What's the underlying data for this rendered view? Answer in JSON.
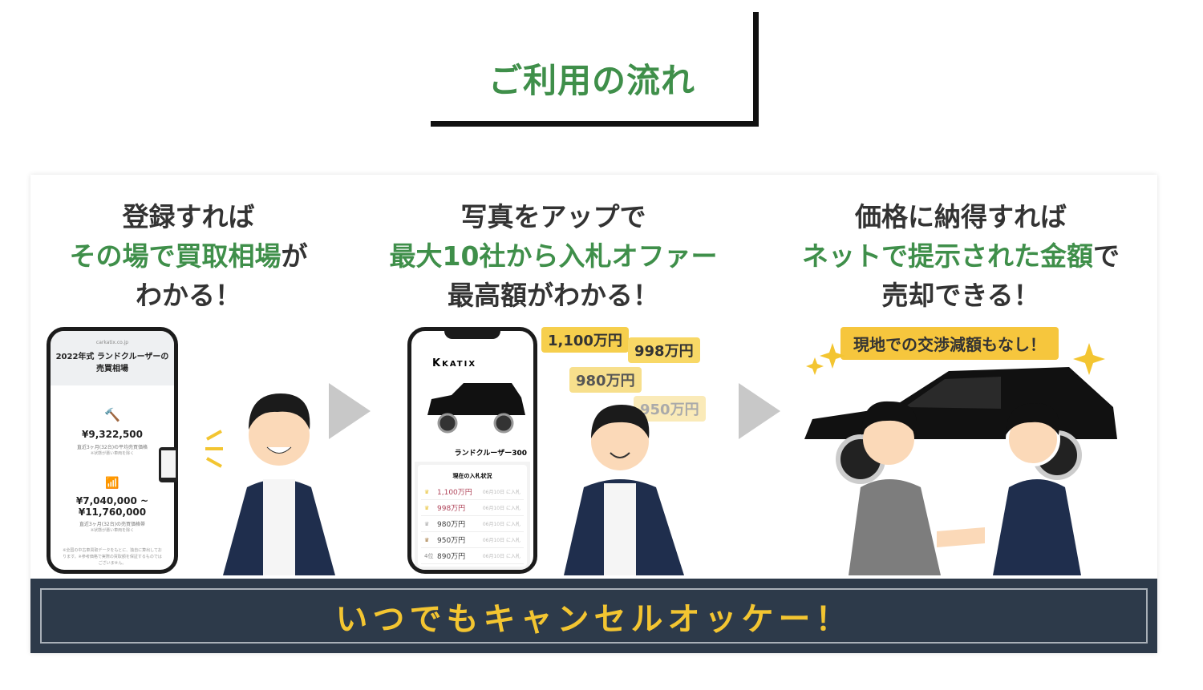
{
  "title": "ご利用の流れ",
  "steps": [
    {
      "line1": "登録すれば",
      "line2_green": "その場で買取相場",
      "line2_tail": "が",
      "line3": "わかる！"
    },
    {
      "line1": "写真をアップで",
      "line2_green": "最大10社から入札オファー",
      "line2_tail": "",
      "line3": "最高額がわかる！"
    },
    {
      "line1": "価格に納得すれば",
      "line2_green": "ネットで提示された金額",
      "line2_tail": "で",
      "line3": "売却できる！"
    }
  ],
  "phone1": {
    "url": "carkatix.co.jp",
    "heading": "2022年式 ランドクルーザーの売買相場",
    "avg_price": "¥9,322,500",
    "avg_label": "直近3ヶ月(32台)の平均売買価格",
    "avg_note": "※状態が悪い車両を除く",
    "range_low": "¥7,040,000 ~",
    "range_high": "¥11,760,000",
    "range_label": "直近3ヶ月(32台)の売買価格帯",
    "range_note": "※状態が悪い車両を除く",
    "footnote": "※全国の中古車買取データをもとに、独自に算出しております。※参考価格で実際の買取額を保証するものではございません。"
  },
  "phone2": {
    "brand": "KATIX",
    "car_name": "ランドクルーザー300",
    "bid_title": "現在の入札状況",
    "bids": [
      {
        "rank": "1",
        "price": "1,100万円",
        "date": "06月10日 に入札"
      },
      {
        "rank": "1",
        "price": "998万円",
        "date": "06月10日 に入札"
      },
      {
        "rank": "2",
        "price": "980万円",
        "date": "06月10日 に入札"
      },
      {
        "rank": "3",
        "price": "950万円",
        "date": "06月10日 に入札"
      },
      {
        "rank": "4位",
        "price": "890万円",
        "date": "06月10日 に入札"
      }
    ]
  },
  "offer_tags": [
    "1,100万円",
    "998万円",
    "980万円",
    "950万円"
  ],
  "step3_badge": "現地での交渉減額もなし！",
  "banner": "いつでもキャンセルオッケー！",
  "colors": {
    "green": "#3f8f4a",
    "navy": "#2d3a4a",
    "yellow": "#f3c531"
  }
}
